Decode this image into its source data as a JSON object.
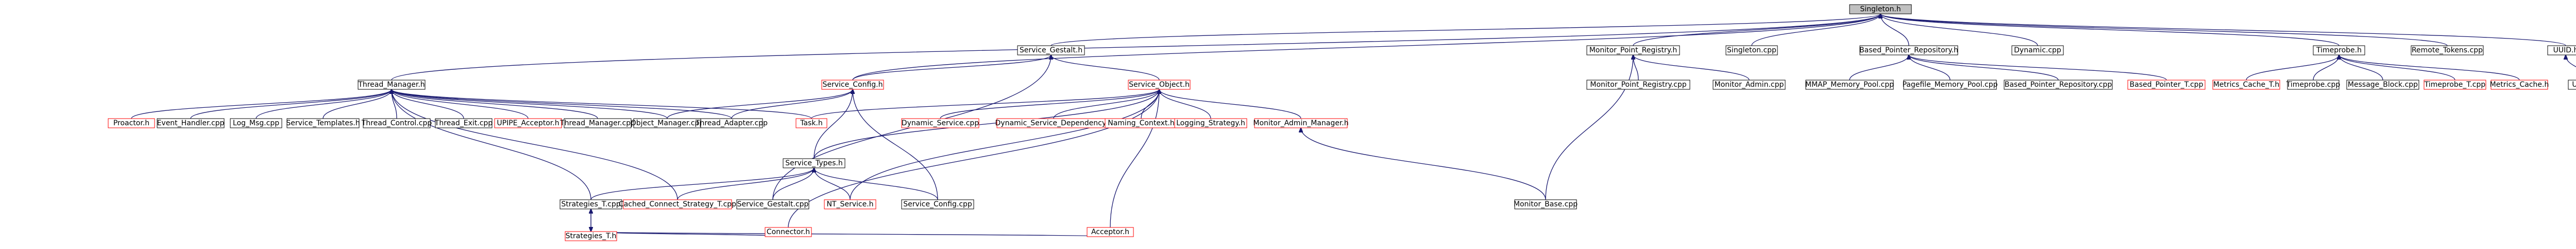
{
  "colors": {
    "edge": "#191970",
    "red_border": "#ff0000",
    "black_border": "#000000",
    "root_fill": "#c0c0c0"
  },
  "nodes": [
    {
      "id": "singleton_h",
      "label": "Singleton.h",
      "style": "root"
    },
    {
      "id": "service_gestalt_h",
      "label": "Service_Gestalt.h",
      "style": "black"
    },
    {
      "id": "monitor_point_registry_h",
      "label": "Monitor_Point_Registry.h",
      "style": "black"
    },
    {
      "id": "singleton_cpp",
      "label": "Singleton.cpp",
      "style": "black"
    },
    {
      "id": "based_pointer_repository_h",
      "label": "Based_Pointer_Repository.h",
      "style": "black"
    },
    {
      "id": "dynamic_cpp",
      "label": "Dynamic.cpp",
      "style": "black"
    },
    {
      "id": "timeprobe_h",
      "label": "Timeprobe.h",
      "style": "black"
    },
    {
      "id": "remote_tokens_cpp",
      "label": "Remote_Tokens.cpp",
      "style": "black"
    },
    {
      "id": "uuid_h",
      "label": "UUID.h",
      "style": "black"
    },
    {
      "id": "thread_manager_h",
      "label": "Thread_Manager.h",
      "style": "black"
    },
    {
      "id": "service_config_h",
      "label": "Service_Config.h",
      "style": "red"
    },
    {
      "id": "service_object_h",
      "label": "Service_Object.h",
      "style": "red"
    },
    {
      "id": "monitor_point_registry_cpp",
      "label": "Monitor_Point_Registry.cpp",
      "style": "black"
    },
    {
      "id": "monitor_admin_cpp",
      "label": "Monitor_Admin.cpp",
      "style": "black"
    },
    {
      "id": "mmap_memory_pool_cpp",
      "label": "MMAP_Memory_Pool.cpp",
      "style": "black"
    },
    {
      "id": "pagefile_memory_pool_cpp",
      "label": "Pagefile_Memory_Pool.cpp",
      "style": "black"
    },
    {
      "id": "based_pointer_repository_cpp",
      "label": "Based_Pointer_Repository.cpp",
      "style": "black"
    },
    {
      "id": "based_pointer_t_cpp",
      "label": "Based_Pointer_T.cpp",
      "style": "red"
    },
    {
      "id": "metrics_cache_t_h",
      "label": "Metrics_Cache_T.h",
      "style": "red"
    },
    {
      "id": "timeprobe_cpp",
      "label": "Timeprobe.cpp",
      "style": "black"
    },
    {
      "id": "message_block_cpp",
      "label": "Message_Block.cpp",
      "style": "black"
    },
    {
      "id": "timeprobe_t_cpp",
      "label": "Timeprobe_T.cpp",
      "style": "red"
    },
    {
      "id": "metrics_cache_h",
      "label": "Metrics_Cache.h",
      "style": "red"
    },
    {
      "id": "uuid_cpp",
      "label": "UUID.cpp",
      "style": "black"
    },
    {
      "id": "proactor_h",
      "label": "Proactor.h",
      "style": "red"
    },
    {
      "id": "event_handler_cpp",
      "label": "Event_Handler.cpp",
      "style": "black"
    },
    {
      "id": "log_msg_cpp",
      "label": "Log_Msg.cpp",
      "style": "black"
    },
    {
      "id": "service_templates_h",
      "label": "Service_Templates.h",
      "style": "black"
    },
    {
      "id": "thread_control_cpp",
      "label": "Thread_Control.cpp",
      "style": "black"
    },
    {
      "id": "thread_exit_cpp",
      "label": "Thread_Exit.cpp",
      "style": "black"
    },
    {
      "id": "upipe_acceptor_h",
      "label": "UPIPE_Acceptor.h",
      "style": "red"
    },
    {
      "id": "thread_manager_cpp",
      "label": "Thread_Manager.cpp",
      "style": "black"
    },
    {
      "id": "object_manager_cpp",
      "label": "Object_Manager.cpp",
      "style": "black"
    },
    {
      "id": "thread_adapter_cpp",
      "label": "Thread_Adapter.cpp",
      "style": "black"
    },
    {
      "id": "task_h",
      "label": "Task.h",
      "style": "red"
    },
    {
      "id": "dynamic_service_cpp",
      "label": "Dynamic_Service.cpp",
      "style": "red"
    },
    {
      "id": "dynamic_service_dependency_h",
      "label": "Dynamic_Service_Dependency.h",
      "style": "red"
    },
    {
      "id": "naming_context_h",
      "label": "Naming_Context.h",
      "style": "red"
    },
    {
      "id": "logging_strategy_h",
      "label": "Logging_Strategy.h",
      "style": "red"
    },
    {
      "id": "monitor_admin_manager_h",
      "label": "Monitor_Admin_Manager.h",
      "style": "red"
    },
    {
      "id": "service_types_h",
      "label": "Service_Types.h",
      "style": "black"
    },
    {
      "id": "strategies_t_cpp",
      "label": "Strategies_T.cpp",
      "style": "black"
    },
    {
      "id": "cached_connect_strategy_t_cpp",
      "label": "Cached_Connect_Strategy_T.cpp",
      "style": "red"
    },
    {
      "id": "service_gestalt_cpp",
      "label": "Service_Gestalt.cpp",
      "style": "black"
    },
    {
      "id": "nt_service_h",
      "label": "NT_Service.h",
      "style": "red"
    },
    {
      "id": "service_config_cpp",
      "label": "Service_Config.cpp",
      "style": "black"
    },
    {
      "id": "monitor_base_cpp",
      "label": "Monitor_Base.cpp",
      "style": "black"
    },
    {
      "id": "strategies_t_h",
      "label": "Strategies_T.h",
      "style": "red"
    },
    {
      "id": "connector_h",
      "label": "Connector.h",
      "style": "red"
    },
    {
      "id": "acceptor_h",
      "label": "Acceptor.h",
      "style": "red"
    }
  ],
  "edges": [
    [
      "service_gestalt_h",
      "singleton_h"
    ],
    [
      "monitor_point_registry_h",
      "singleton_h"
    ],
    [
      "singleton_cpp",
      "singleton_h"
    ],
    [
      "based_pointer_repository_h",
      "singleton_h"
    ],
    [
      "dynamic_cpp",
      "singleton_h"
    ],
    [
      "timeprobe_h",
      "singleton_h"
    ],
    [
      "remote_tokens_cpp",
      "singleton_h"
    ],
    [
      "uuid_h",
      "singleton_h"
    ],
    [
      "thread_manager_h",
      "singleton_h"
    ],
    [
      "service_config_h",
      "singleton_h"
    ],
    [
      "service_config_h",
      "service_gestalt_h"
    ],
    [
      "service_object_h",
      "service_gestalt_h"
    ],
    [
      "service_gestalt_cpp",
      "service_gestalt_h"
    ],
    [
      "monitor_point_registry_cpp",
      "monitor_point_registry_h"
    ],
    [
      "monitor_admin_cpp",
      "monitor_point_registry_h"
    ],
    [
      "monitor_base_cpp",
      "monitor_point_registry_h"
    ],
    [
      "mmap_memory_pool_cpp",
      "based_pointer_repository_h"
    ],
    [
      "pagefile_memory_pool_cpp",
      "based_pointer_repository_h"
    ],
    [
      "based_pointer_repository_cpp",
      "based_pointer_repository_h"
    ],
    [
      "based_pointer_t_cpp",
      "based_pointer_repository_h"
    ],
    [
      "metrics_cache_t_h",
      "timeprobe_h"
    ],
    [
      "timeprobe_cpp",
      "timeprobe_h"
    ],
    [
      "message_block_cpp",
      "timeprobe_h"
    ],
    [
      "timeprobe_t_cpp",
      "timeprobe_h"
    ],
    [
      "metrics_cache_h",
      "timeprobe_h"
    ],
    [
      "uuid_cpp",
      "uuid_h"
    ],
    [
      "proactor_h",
      "thread_manager_h"
    ],
    [
      "event_handler_cpp",
      "thread_manager_h"
    ],
    [
      "log_msg_cpp",
      "thread_manager_h"
    ],
    [
      "service_templates_h",
      "thread_manager_h"
    ],
    [
      "thread_control_cpp",
      "thread_manager_h"
    ],
    [
      "thread_exit_cpp",
      "thread_manager_h"
    ],
    [
      "upipe_acceptor_h",
      "thread_manager_h"
    ],
    [
      "thread_manager_cpp",
      "thread_manager_h"
    ],
    [
      "object_manager_cpp",
      "thread_manager_h"
    ],
    [
      "thread_adapter_cpp",
      "thread_manager_h"
    ],
    [
      "task_h",
      "thread_manager_h"
    ],
    [
      "strategies_t_cpp",
      "thread_manager_h"
    ],
    [
      "cached_connect_strategy_t_cpp",
      "thread_manager_h"
    ],
    [
      "object_manager_cpp",
      "service_config_h"
    ],
    [
      "thread_adapter_cpp",
      "service_config_h"
    ],
    [
      "service_types_h",
      "service_config_h"
    ],
    [
      "service_config_cpp",
      "service_config_h"
    ],
    [
      "task_h",
      "service_object_h"
    ],
    [
      "dynamic_service_cpp",
      "service_object_h"
    ],
    [
      "dynamic_service_dependency_h",
      "service_object_h"
    ],
    [
      "naming_context_h",
      "service_object_h"
    ],
    [
      "logging_strategy_h",
      "service_object_h"
    ],
    [
      "monitor_admin_manager_h",
      "service_object_h"
    ],
    [
      "service_types_h",
      "service_object_h"
    ],
    [
      "nt_service_h",
      "service_object_h"
    ],
    [
      "connector_h",
      "service_object_h"
    ],
    [
      "acceptor_h",
      "service_object_h"
    ],
    [
      "monitor_base_cpp",
      "monitor_admin_manager_h"
    ],
    [
      "strategies_t_cpp",
      "service_types_h"
    ],
    [
      "cached_connect_strategy_t_cpp",
      "service_types_h"
    ],
    [
      "service_gestalt_cpp",
      "service_types_h"
    ],
    [
      "nt_service_h",
      "service_types_h"
    ],
    [
      "service_config_cpp",
      "service_types_h"
    ],
    [
      "strategies_t_cpp",
      "strategies_t_h"
    ],
    [
      "strategies_t_h",
      "strategies_t_cpp"
    ],
    [
      "connector_h",
      "strategies_t_h"
    ],
    [
      "acceptor_h",
      "strategies_t_h"
    ]
  ]
}
